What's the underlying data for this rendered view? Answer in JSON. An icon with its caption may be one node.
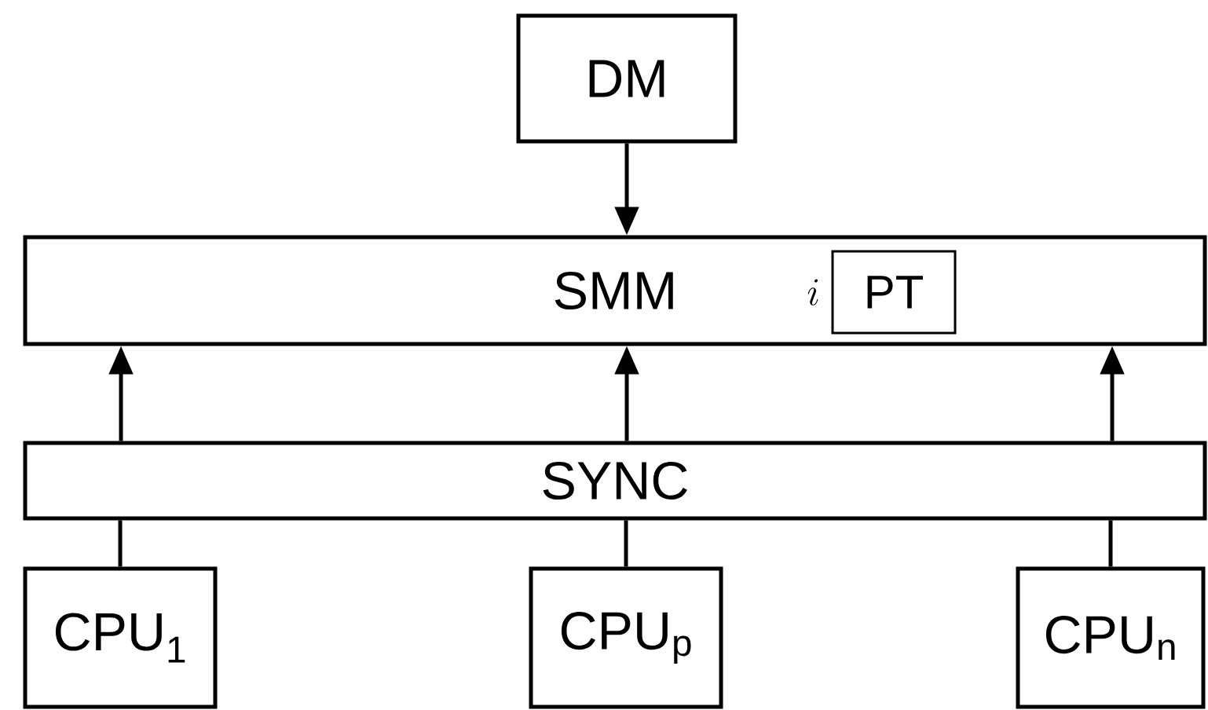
{
  "diagram": {
    "nodes": [
      {
        "text": [
          "DM"
        ]
      },
      {
        "text": [
          "SMM"
        ]
      },
      {
        "text": [
          "PT"
        ],
        "in": 1,
        "beside": [
          "i"
        ]
      },
      {
        "text": [
          "SYNC"
        ]
      },
      {
        "text": [
          "CPU$_{1}$"
        ]
      },
      {
        "text": [
          "CPU$_{p}$"
        ]
      },
      {
        "text": [
          "CPU$_{n}$"
        ]
      }
    ],
    "edges": [
      {
        "from": 0,
        "to": 1,
        "arrow": "to"
      },
      {
        "from": 3,
        "to": 1,
        "arrow": "to"
      },
      {
        "from": 3,
        "to": 1,
        "arrow": "to"
      },
      {
        "from": 3,
        "to": 1,
        "arrow": "to"
      },
      {
        "from": 4,
        "to": 3,
        "arrow": "none"
      },
      {
        "from": 5,
        "to": 3,
        "arrow": "none"
      },
      {
        "from": 6,
        "to": 3,
        "arrow": "none"
      }
    ]
  }
}
